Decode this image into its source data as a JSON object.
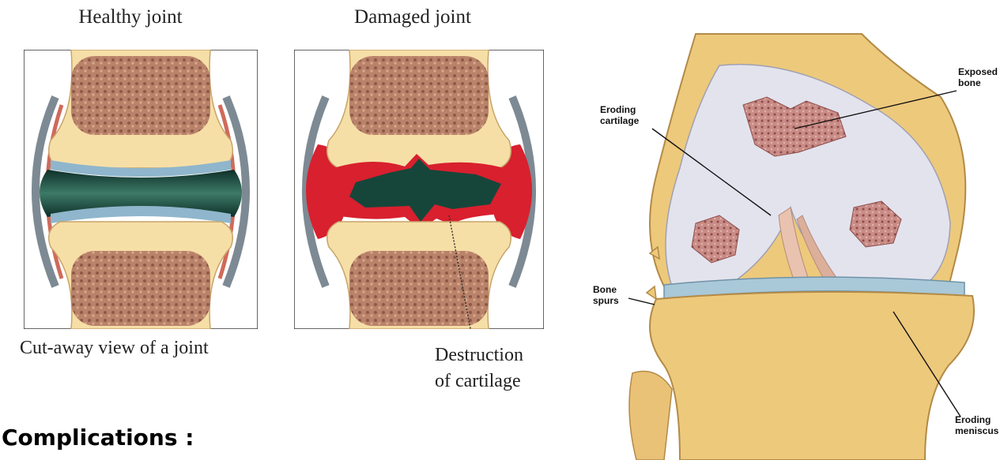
{
  "panels": {
    "healthy": {
      "title": "Healthy joint",
      "caption": "Cut-away view of a joint"
    },
    "damaged": {
      "title": "Damaged joint",
      "caption": [
        "Destruction",
        "of cartilage"
      ]
    }
  },
  "knee": {
    "labels": {
      "exposed_bone": [
        "Exposed",
        "bone"
      ],
      "eroding_cartilage": [
        "Eroding",
        "cartilage"
      ],
      "bone_spurs": [
        "Bone",
        "spurs"
      ],
      "eroding_meniscus": [
        "Eroding",
        "meniscus"
      ]
    }
  },
  "heading": "Complications :",
  "colors": {
    "bone": "#f6dfa6",
    "marrow": "#b9826a",
    "synovial_fluid": "#16463a",
    "cartilage": "#8fb6cc",
    "inflammation": "#d8202e",
    "capsule": "#7d8a94",
    "knee_bone": "#edc97c",
    "knee_cartilage": "#e3e3ee"
  }
}
